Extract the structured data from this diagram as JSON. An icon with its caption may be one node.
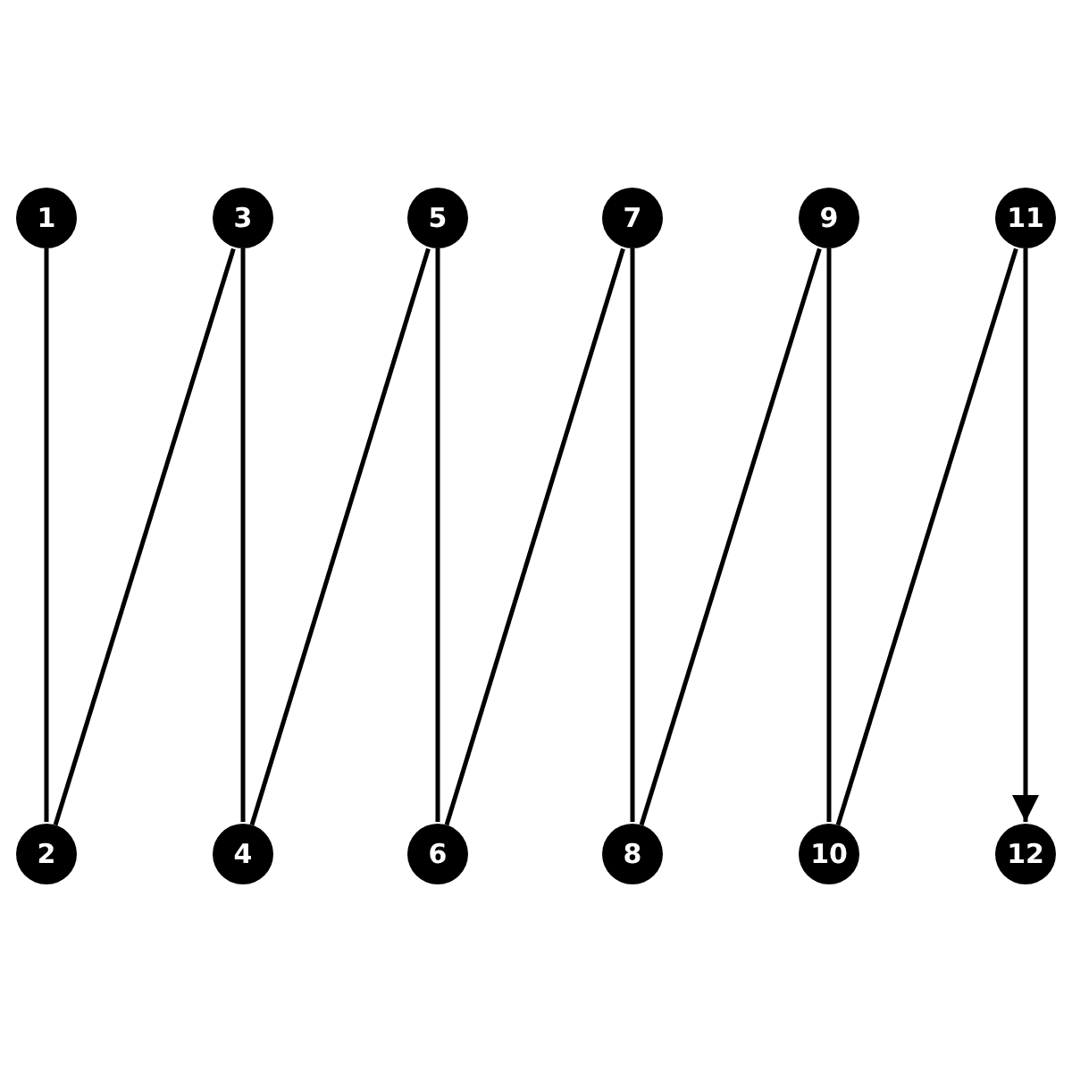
{
  "diagram": {
    "nodes": [
      {
        "text": [
          "1"
        ]
      },
      {
        "text": [
          "2"
        ]
      },
      {
        "text": [
          "3"
        ]
      },
      {
        "text": [
          "4"
        ]
      },
      {
        "text": [
          "5"
        ]
      },
      {
        "text": [
          "6"
        ]
      },
      {
        "text": [
          "7"
        ]
      },
      {
        "text": [
          "8"
        ]
      },
      {
        "text": [
          "9"
        ]
      },
      {
        "text": [
          "10"
        ]
      },
      {
        "text": [
          "11"
        ]
      },
      {
        "text": [
          "12"
        ]
      }
    ],
    "edges": [
      {
        "from": 0,
        "to": 1,
        "arrow": "none"
      },
      {
        "from": 1,
        "to": 2,
        "arrow": "none"
      },
      {
        "from": 2,
        "to": 3,
        "arrow": "none"
      },
      {
        "from": 3,
        "to": 4,
        "arrow": "none"
      },
      {
        "from": 4,
        "to": 5,
        "arrow": "none"
      },
      {
        "from": 5,
        "to": 6,
        "arrow": "none"
      },
      {
        "from": 6,
        "to": 7,
        "arrow": "none"
      },
      {
        "from": 7,
        "to": 8,
        "arrow": "none"
      },
      {
        "from": 8,
        "to": 9,
        "arrow": "none"
      },
      {
        "from": 9,
        "to": 10,
        "arrow": "none"
      },
      {
        "from": 10,
        "to": 11,
        "arrow": "to"
      }
    ]
  }
}
